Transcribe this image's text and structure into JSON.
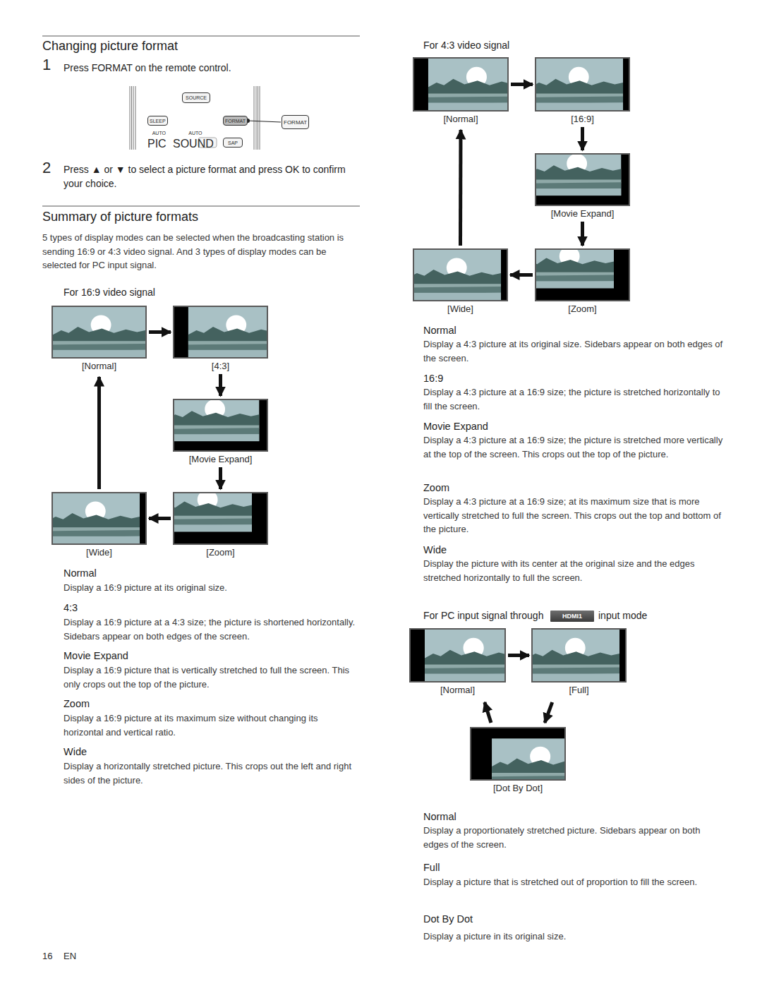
{
  "diagram": {
    "title": "Changing picture format",
    "nodes": [
      {
        "text": [
          "SOURCE"
        ]
      },
      {
        "text": [
          "SLEEP"
        ]
      },
      {
        "text": [
          "FORMAT"
        ]
      },
      {
        "text": [
          "FORMAT"
        ]
      },
      {
        "text": [
          "AUTO",
          "PIC"
        ]
      },
      {
        "text": [
          "AUTO",
          "SOUND"
        ]
      },
      {
        "text": [
          "SAP"
        ]
      },
      {
        "text": [
          "[Normal]"
        ]
      },
      {
        "text": [
          "[4:3]"
        ]
      },
      {
        "text": [
          "[Movie Expand]"
        ]
      },
      {
        "text": [
          "[Wide]"
        ]
      },
      {
        "text": [
          "[Zoom]"
        ]
      },
      {
        "text": [
          "[Normal]"
        ]
      },
      {
        "text": [
          "[16:9]"
        ]
      },
      {
        "text": [
          "[Movie Expand]"
        ]
      },
      {
        "text": [
          "[Wide]"
        ]
      },
      {
        "text": [
          "[Zoom]"
        ]
      },
      {
        "text": [
          "HDMI1"
        ]
      },
      {
        "text": [
          "[Normal]"
        ]
      },
      {
        "text": [
          "[Full]"
        ]
      },
      {
        "text": [
          "[Dot By Dot]"
        ]
      }
    ],
    "edges": [
      {
        "from": 2,
        "to": 3,
        "arrow": "none"
      },
      {
        "from": 7,
        "to": 8,
        "arrow": "to"
      },
      {
        "from": 8,
        "to": 9,
        "arrow": "to"
      },
      {
        "from": 9,
        "to": 11,
        "arrow": "to"
      },
      {
        "from": 11,
        "to": 10,
        "arrow": "to"
      },
      {
        "from": 10,
        "to": 7,
        "arrow": "to"
      },
      {
        "from": 12,
        "to": 13,
        "arrow": "to"
      },
      {
        "from": 13,
        "to": 14,
        "arrow": "to"
      },
      {
        "from": 14,
        "to": 16,
        "arrow": "to"
      },
      {
        "from": 16,
        "to": 15,
        "arrow": "to"
      },
      {
        "from": 15,
        "to": 12,
        "arrow": "to"
      },
      {
        "from": 18,
        "to": 19,
        "arrow": "to"
      },
      {
        "from": 19,
        "to": 20,
        "arrow": "to"
      },
      {
        "from": 20,
        "to": 18,
        "arrow": "to"
      }
    ],
    "labels": [
      "1",
      "Press FORMAT on the remote control.",
      "2",
      "Press ▲ or ▼ to select a picture format and press OK to confirm your choice.",
      "Summary of picture formats",
      "5 types of display modes can be selected when the broadcasting station is sending 16:9 or 4:3 video signal. And 3 types of display modes can be selected for PC input signal.",
      "For 16:9 video signal",
      "Normal",
      "Display a 16:9 picture at its original size.",
      "4:3",
      "Display a 16:9 picture at a 4:3 size; the picture is shortened horizontally. Sidebars appear on both edges of the screen.",
      "Movie Expand",
      "Display a 16:9 picture that is vertically stretched to full the screen. This only crops out the top of the picture.",
      "Zoom",
      "Display a 16:9 picture at its maximum size without changing its horizontal and vertical ratio.",
      "Wide",
      "Display a horizontally stretched picture. This crops out the left and right sides of the picture.",
      "For 4:3 video signal",
      "Normal",
      "Display a 4:3 picture at its original size. Sidebars appear on both edges of the screen.",
      "16:9",
      "Display a 4:3 picture at a 16:9 size; the picture is stretched horizontally to fill the screen.",
      "Movie Expand",
      "Display a 4:3 picture at a 16:9 size; the picture is stretched more vertically at the top of the screen. This crops out the top of the picture.",
      "Zoom",
      "Display a 4:3 picture at a 16:9 size; at its maximum size that is more vertically stretched to full the screen. This crops out the top and bottom of the picture.",
      "Wide",
      "Display the picture with its center at the original size and the edges stretched horizontally to full the screen.",
      "For PC input signal through",
      "input mode",
      "Normal",
      "Display a proportionately stretched picture. Sidebars appear on both edges of the screen.",
      "Full",
      "Display a picture that is stretched out of proportion to fill the screen.",
      "Dot By Dot",
      "Display a picture in its original size.",
      "16",
      "EN"
    ]
  }
}
